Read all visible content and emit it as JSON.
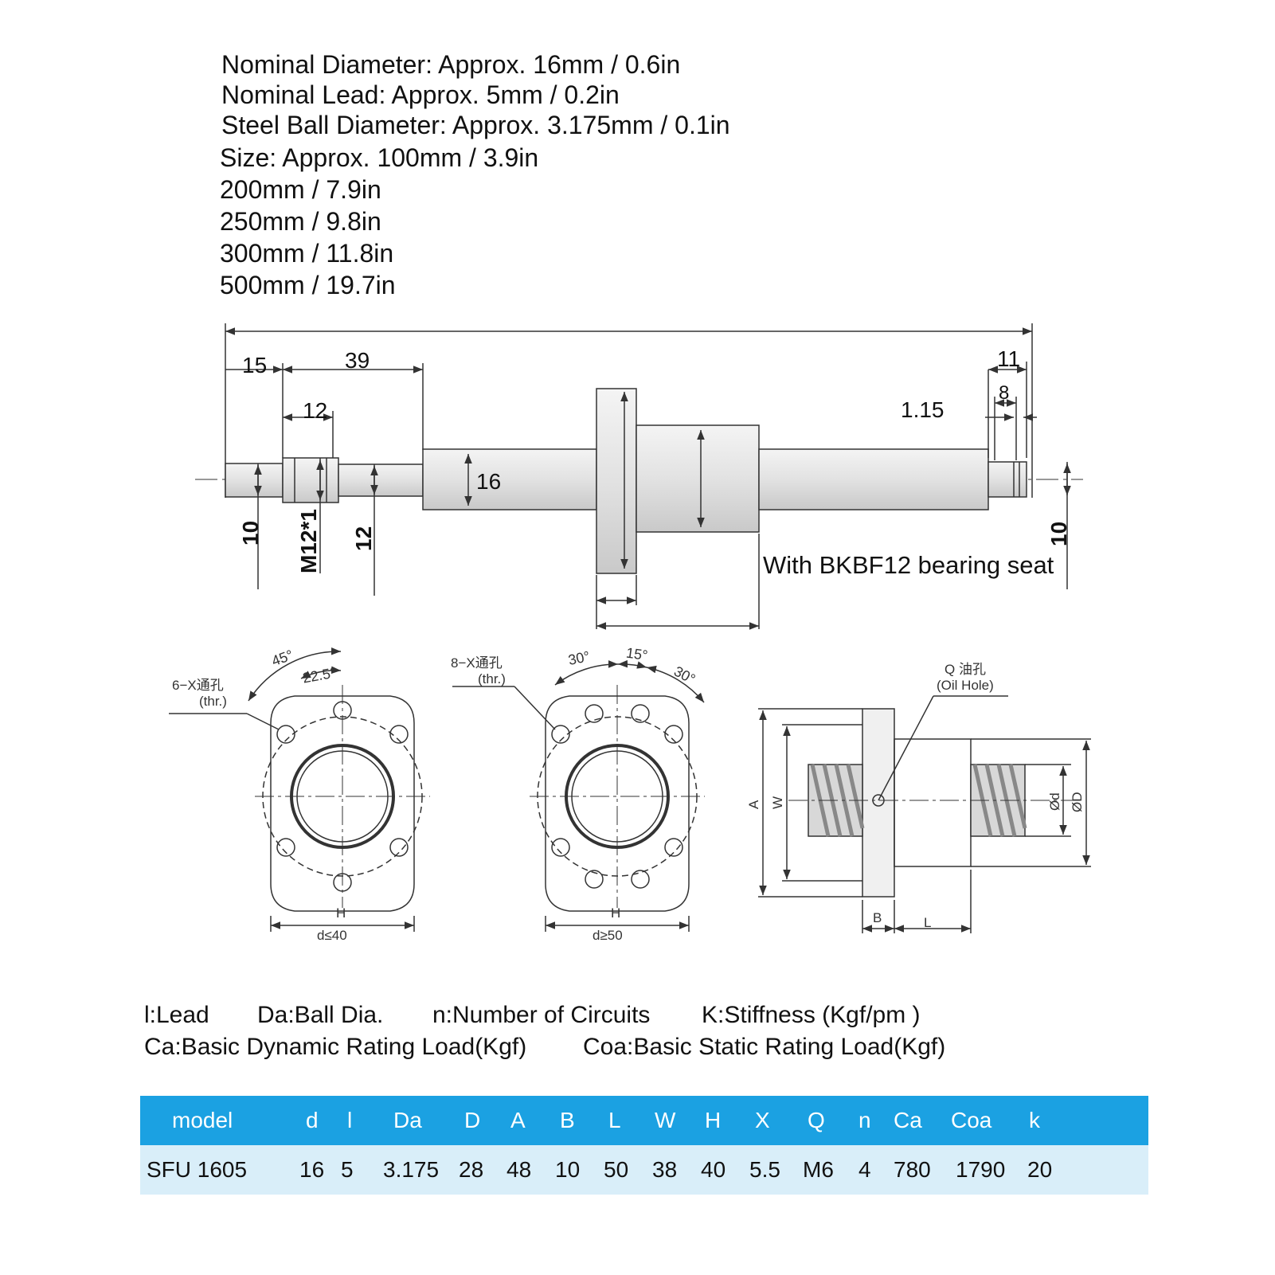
{
  "specs": {
    "nominal_diameter": "Nominal Diameter: Approx. 16mm / 0.6in",
    "nominal_lead": "Nominal Lead: Approx. 5mm / 0.2in",
    "ball_diameter": "Steel Ball Diameter: Approx. 3.175mm / 0.1in",
    "size_line": "Size: Approx. 100mm / 3.9in",
    "size_200": "200mm / 7.9in",
    "size_250": "250mm / 9.8in",
    "size_300": "300mm / 11.8in",
    "size_500": "500mm / 19.7in"
  },
  "shaft_drawing": {
    "dim_15": "15",
    "dim_39": "39",
    "dim_12_top": "12",
    "dim_16": "16",
    "dim_10_left": "10",
    "thread_label": "M12*1",
    "dim_12_vertical": "12",
    "dim_11": "11",
    "dim_8": "8",
    "dim_1_15": "1.15",
    "dim_10_right": "10",
    "bearing_note": "With BKBF12 bearing seat"
  },
  "flange_left": {
    "holes_label": "6−X通孔",
    "thr": "(thr.)",
    "angle_45": "45°",
    "angle_22_5": "22.5°",
    "h_label": "H",
    "d_condition": "d≤40"
  },
  "flange_right": {
    "holes_label": "8−X通孔",
    "thr": "(thr.)",
    "angle_30a": "30°",
    "angle_15": "15°",
    "angle_30b": "30°",
    "h_label": "H",
    "d_condition": "d≥50"
  },
  "side_view": {
    "q_label": "Q 油孔",
    "oil_hole": "(Oil Hole)",
    "a": "A",
    "w": "W",
    "phi_d": "Ød",
    "phi_D": "ØD",
    "b": "B",
    "l": "L"
  },
  "legend": {
    "lead": "l:Lead",
    "ball": "Da:Ball Dia.",
    "circuits": "n:Number of Circuits",
    "stiffness": "K:Stiffness (Kgf/pm )",
    "dynamic": "Ca:Basic Dynamic Rating Load(Kgf)",
    "static": "Coa:Basic Static Rating Load(Kgf)"
  },
  "table": {
    "headers": [
      "model",
      "d",
      "l",
      "Da",
      "D",
      "A",
      "B",
      "L",
      "W",
      "H",
      "X",
      "Q",
      "n",
      "Ca",
      "Coa",
      "k"
    ],
    "row": [
      "SFU 1605",
      "16",
      "5",
      "3.175",
      "28",
      "48",
      "10",
      "50",
      "38",
      "40",
      "5.5",
      "M6",
      "4",
      "780",
      "1790",
      "20"
    ]
  },
  "colors": {
    "header_bg": "#1ba1e2",
    "row_bg": "#d9eef9",
    "line": "#333333"
  }
}
